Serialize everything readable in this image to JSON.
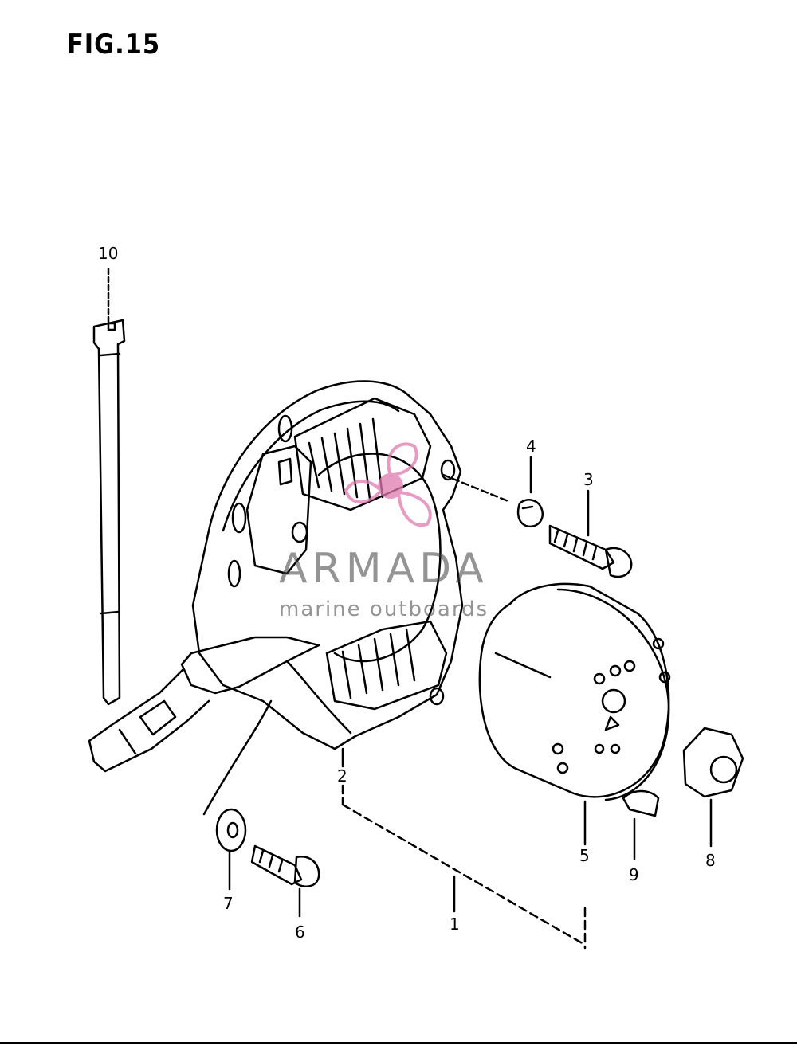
{
  "figure": {
    "title": "FIG.15"
  },
  "callouts": [
    {
      "id": "c1",
      "label": "1"
    },
    {
      "id": "c2",
      "label": "2"
    },
    {
      "id": "c3",
      "label": "3"
    },
    {
      "id": "c4",
      "label": "4"
    },
    {
      "id": "c5",
      "label": "5"
    },
    {
      "id": "c6",
      "label": "6"
    },
    {
      "id": "c7",
      "label": "7"
    },
    {
      "id": "c8",
      "label": "8"
    },
    {
      "id": "c9",
      "label": "9"
    },
    {
      "id": "c10",
      "label": "10"
    }
  ],
  "watermark": {
    "brand": "ARMADA",
    "tagline": "marine outboards",
    "accent_color": "#e07ab0",
    "text_color": "#4a4a4a"
  },
  "colors": {
    "line": "#000000",
    "background": "#ffffff"
  }
}
